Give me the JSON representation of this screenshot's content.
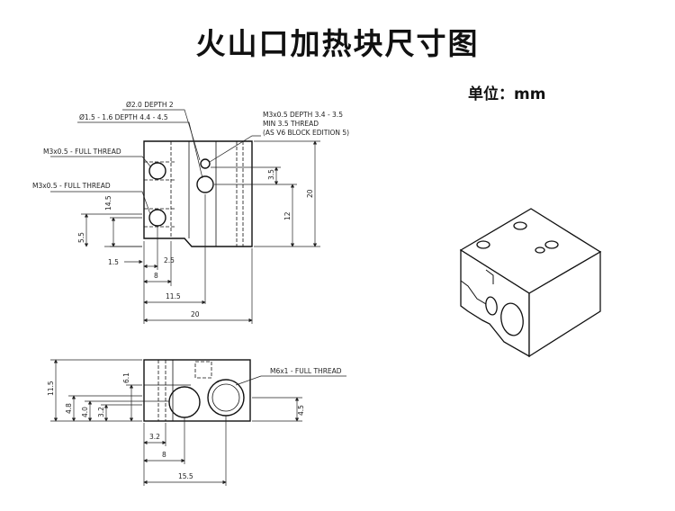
{
  "title": "火山口加热块尺寸图",
  "unit": "单位：mm",
  "front_view": {
    "callouts": {
      "hole_top": "Ø2.0 DEPTH 2",
      "hole_mid": "Ø1.5 - 1.6 DEPTH 4.4 - 4.5",
      "thread_upper_left": "M3x0.5 - FULL THREAD",
      "thread_lower_left": "M3x0.5 - FULL THREAD",
      "thread_right_1": "M3x0.5 DEPTH 3.4 - 3.5",
      "thread_right_2": "MIN 3.5 THREAD",
      "thread_right_3": "(AS V6 BLOCK EDITION 5)"
    },
    "dims": {
      "d14_5": "14.5",
      "d5_5": "5.5",
      "d1_5": "1.5",
      "d2_5": "2.5",
      "d8": "8",
      "d11_5": "11.5",
      "d20_w": "20",
      "d3_5": "3.5",
      "d12": "12",
      "d20_h": "20"
    }
  },
  "side_view": {
    "callouts": {
      "thread_m6": "M6x1 - FULL THREAD"
    },
    "dims": {
      "d11_5": "11.5",
      "d6_1": "6.1",
      "d4_8": "4.8",
      "d4_0": "4.0",
      "d3_2_v": "3.2",
      "d3_2_h": "3.2",
      "d8": "8",
      "d15_5": "15.5",
      "d4_5": "4.5"
    }
  }
}
